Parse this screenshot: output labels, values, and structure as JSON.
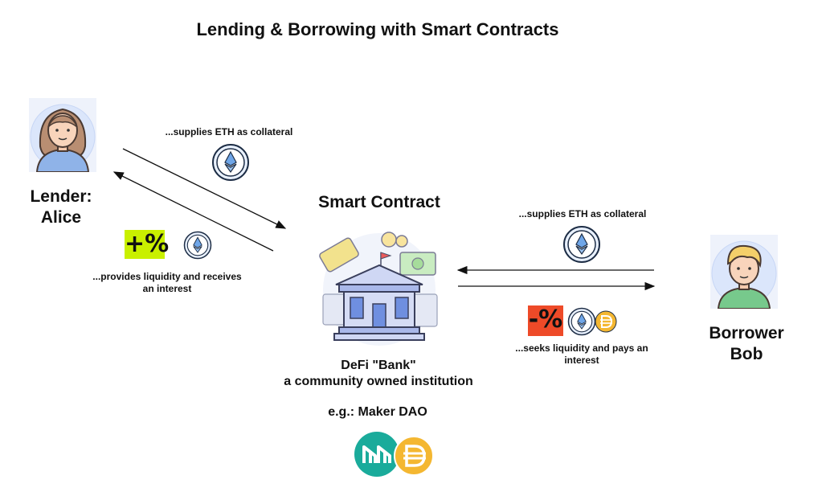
{
  "title": "Lending & Borrowing with Smart Contracts",
  "lender": {
    "name_line1": "Lender:",
    "name_line2": "Alice"
  },
  "borrower": {
    "name_line1": "Borrower",
    "name_line2": "Bob"
  },
  "center": {
    "title": "Smart Contract",
    "desc_line1": "DeFi \"Bank\"",
    "desc_line2": "a community owned institution",
    "example": "e.g.: Maker DAO"
  },
  "left_flow": {
    "top_caption": "...supplies ETH as collateral",
    "bottom_caption_line1": "...provides liquidity and receives",
    "bottom_caption_line2": "an interest",
    "badge": "+%"
  },
  "right_flow": {
    "top_caption": "...supplies ETH as collateral",
    "bottom_caption_line1": "...seeks liquidity and pays an",
    "bottom_caption_line2": "interest",
    "badge": "-%"
  },
  "icons": [
    "avatar-woman-icon",
    "avatar-man-icon",
    "ethereum-icon",
    "dai-icon",
    "maker-icon",
    "bank-building-icon",
    "arrow-icon"
  ],
  "colors": {
    "plus_badge": "#c9f000",
    "minus_badge": "#ee4a28",
    "eth_circle": "#e9f1ff",
    "dai": "#f4b731",
    "maker": "#1aab9b"
  }
}
